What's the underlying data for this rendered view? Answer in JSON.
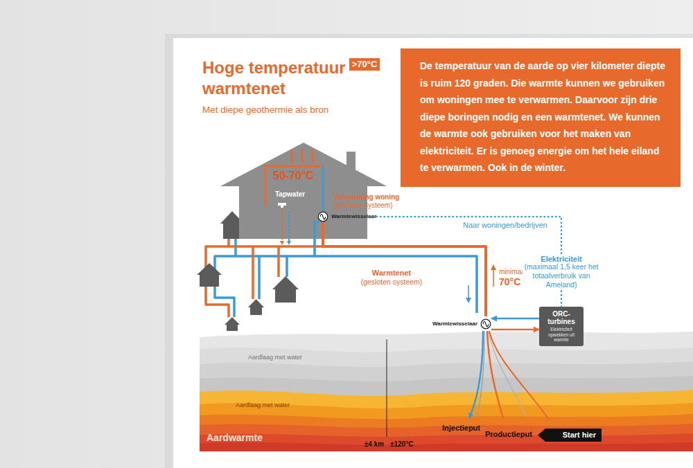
{
  "diagram": {
    "title": "Hoge temperatuur warmtenet",
    "nodes": [
      {
        "text": [
          "De temperatuur van de aarde op vier kilometer diepte is ruim 120 graden. Die warmte kunnen we gebruiken om woningen mee te verwarmen. Daarvoor zijn drie diepe boringen nodig en een warmtenet. We kunnen de warmte ook gebruiken voor het maken van elektriciteit. Er is genoeg energie om het hele eiland te verwarmen. Ook in de winter."
        ]
      },
      {
        "text": [
          ">70°C"
        ]
      },
      {
        "text": [
          "50-70°C",
          "Tapwater"
        ]
      },
      {
        "text": [
          "Warmtewisselaar"
        ]
      },
      {
        "text": [
          "Warmtewisselaar"
        ]
      },
      {
        "text": [
          "ORC-turbines",
          "Elektriciteit opwekken uit warmte"
        ]
      },
      {
        "text": [
          "Start hier"
        ]
      }
    ],
    "edges": [
      {
        "from": 4,
        "to": 3,
        "arrow": "none"
      },
      {
        "from": 5,
        "to": 4,
        "arrow": "to"
      },
      {
        "from": 4,
        "to": 5,
        "arrow": "to"
      },
      {
        "from": 5,
        "to": 3,
        "arrow": "none"
      }
    ],
    "labels": [
      "Met diepe geothermie als bron",
      "Verwarming woning",
      "(gesloten systeem)",
      "Naar woningen/bedrijven",
      "Warmtenet",
      "(gesloten systeem)",
      "minimaal",
      "70°C",
      "Elektriciteit",
      "(maximaal 1,5 keer het totaalverbruik van Ameland)",
      "Aardlaag met water",
      "Aardlaag met water",
      "Aardwarmte",
      "±4 km",
      "±120°C",
      "Injectieput",
      "Productieput"
    ]
  }
}
